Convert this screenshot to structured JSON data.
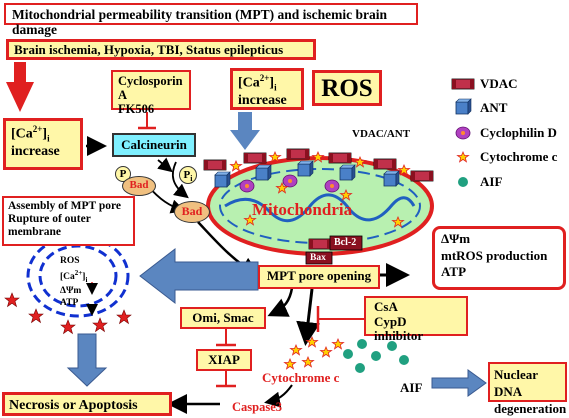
{
  "title": "Mitochondrial permeability transition (MPT) and ischemic brain damage",
  "causes": "Brain ischemia, Hypoxia, TBI, Status epilepticus",
  "ca_left": {
    "ion": "[Ca2+]i",
    "word": "increase"
  },
  "ca_center": {
    "ion": "[Ca2+]i",
    "word": "increase"
  },
  "inhibitors_top": [
    "Cyclosporin A",
    "FK506"
  ],
  "ros": "ROS",
  "calcineurin": "Calcineurin",
  "bad_p": "Bad",
  "bad": "Bad",
  "p_mark": "P",
  "pi_mark": "Pi",
  "vdac_ant": "VDAC/ANT",
  "mitochondria": "Mitochondria",
  "bcl2": "Bcl-2",
  "bax": "Bax",
  "legend": [
    {
      "icon": "vdac-icon",
      "label": "VDAC"
    },
    {
      "icon": "ant-icon",
      "label": "ANT"
    },
    {
      "icon": "cyclophilin-d-icon",
      "label": "Cyclophilin D"
    },
    {
      "icon": "cytochrome-c-icon",
      "label": "Cytochrome c"
    },
    {
      "icon": "aif-icon",
      "label": "AIF"
    }
  ],
  "assembly": [
    "Assembly of MPT pore",
    "Rupture of outer",
    "membrane"
  ],
  "pore_labels": [
    "ROS",
    "[Ca2+]i",
    "ΔΨm",
    "ATP"
  ],
  "mpt": "MPT pore opening",
  "effects": [
    "ΔΨm",
    "mtROS production",
    "ATP"
  ],
  "omi": "Omi, Smac",
  "csa": [
    "CsA",
    "CypD inhibitor"
  ],
  "xiap": "XIAP",
  "cytc": "Cytochrome c",
  "aif": "AIF",
  "nuclear": [
    "Nuclear DNA",
    "degeneration"
  ],
  "necrosis": "Necrosis or Apoptosis",
  "caspase": "Caspase3",
  "colors": {
    "red": "#e02020",
    "yellow": "#fff7a8",
    "cyan": "#7ff0ff",
    "blue_arrow": "#5b86c0",
    "mito_fill": "#b8f0b0",
    "dashed_blue": "#1030d0"
  }
}
